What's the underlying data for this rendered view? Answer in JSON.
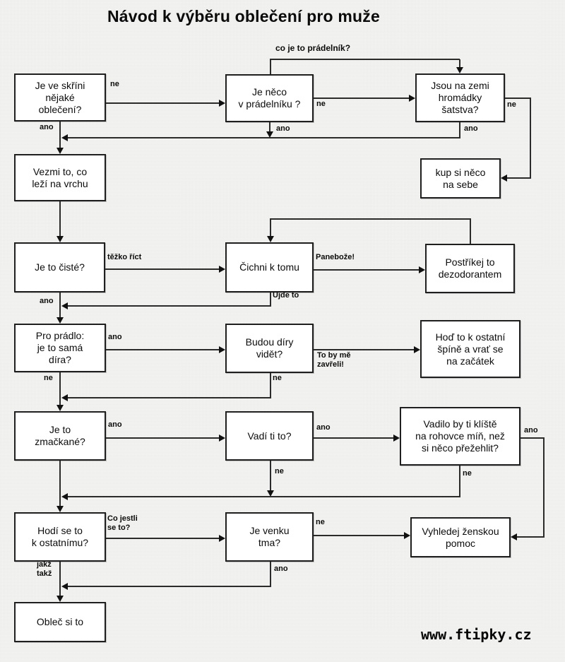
{
  "page": {
    "title": "Návod k výběru oblečení pro muže",
    "watermark": "www.ftipky.cz",
    "colors": {
      "ink": "#1f1f1f",
      "box_fill": "#ffffff",
      "background": "#f5f5f3"
    }
  },
  "diagram": {
    "type": "flowchart",
    "nodes": [
      {
        "id": "skrin",
        "text": "Je ve skříni\nnějaké\noblečení?"
      },
      {
        "id": "pradelnik",
        "text": "Je něco\nv prádelníku ?"
      },
      {
        "id": "hromadky",
        "text": "Jsou na zemi\nhromádky\nšatstva?"
      },
      {
        "id": "kup",
        "text": "kup si něco\nna sebe"
      },
      {
        "id": "vezmi",
        "text": "Vezmi to, co\nleží na vrchu"
      },
      {
        "id": "ciste",
        "text": "Je to čisté?"
      },
      {
        "id": "cichni",
        "text": "Čichni k tomu"
      },
      {
        "id": "postrikej",
        "text": "Postříkej to\ndezodorantem"
      },
      {
        "id": "pradlo",
        "text": "Pro prádlo:\nje to samá\ndíra?"
      },
      {
        "id": "diry",
        "text": "Budou díry\nvidět?"
      },
      {
        "id": "hod",
        "text": "Hoď to k ostatní\nšpíně a vrať se\nna začátek"
      },
      {
        "id": "zmackane",
        "text": "Je to\nzmačkané?"
      },
      {
        "id": "vadi",
        "text": "Vadí ti to?"
      },
      {
        "id": "kliste",
        "text": "Vadilo by ti klíště\nna rohovce míň, než\nsi něco přežehlit?"
      },
      {
        "id": "hodi",
        "text": "Hodí se to\nk ostatnímu?"
      },
      {
        "id": "tma",
        "text": "Je venku\ntma?"
      },
      {
        "id": "vyhledej",
        "text": "Vyhledej ženskou\npomoc"
      },
      {
        "id": "oblec",
        "text": "Obleč si to"
      }
    ],
    "edge_labels": [
      {
        "text": "co je to prádelník?"
      },
      {
        "text": "ne"
      },
      {
        "text": "ne"
      },
      {
        "text": "ne"
      },
      {
        "text": "ano"
      },
      {
        "text": "ano"
      },
      {
        "text": "ano"
      },
      {
        "text": "těžko říct"
      },
      {
        "text": "Panebože!"
      },
      {
        "text": "Ujde to"
      },
      {
        "text": "ano"
      },
      {
        "text": "ano"
      },
      {
        "text": "To by mě\nzavřeli!"
      },
      {
        "text": "ne"
      },
      {
        "text": "ne"
      },
      {
        "text": "ano"
      },
      {
        "text": "ano"
      },
      {
        "text": "ano"
      },
      {
        "text": "ne"
      },
      {
        "text": "ne"
      },
      {
        "text": "Co jestli\nse to?"
      },
      {
        "text": "ne"
      },
      {
        "text": "ano"
      },
      {
        "text": "jakž\ntakž"
      }
    ]
  }
}
